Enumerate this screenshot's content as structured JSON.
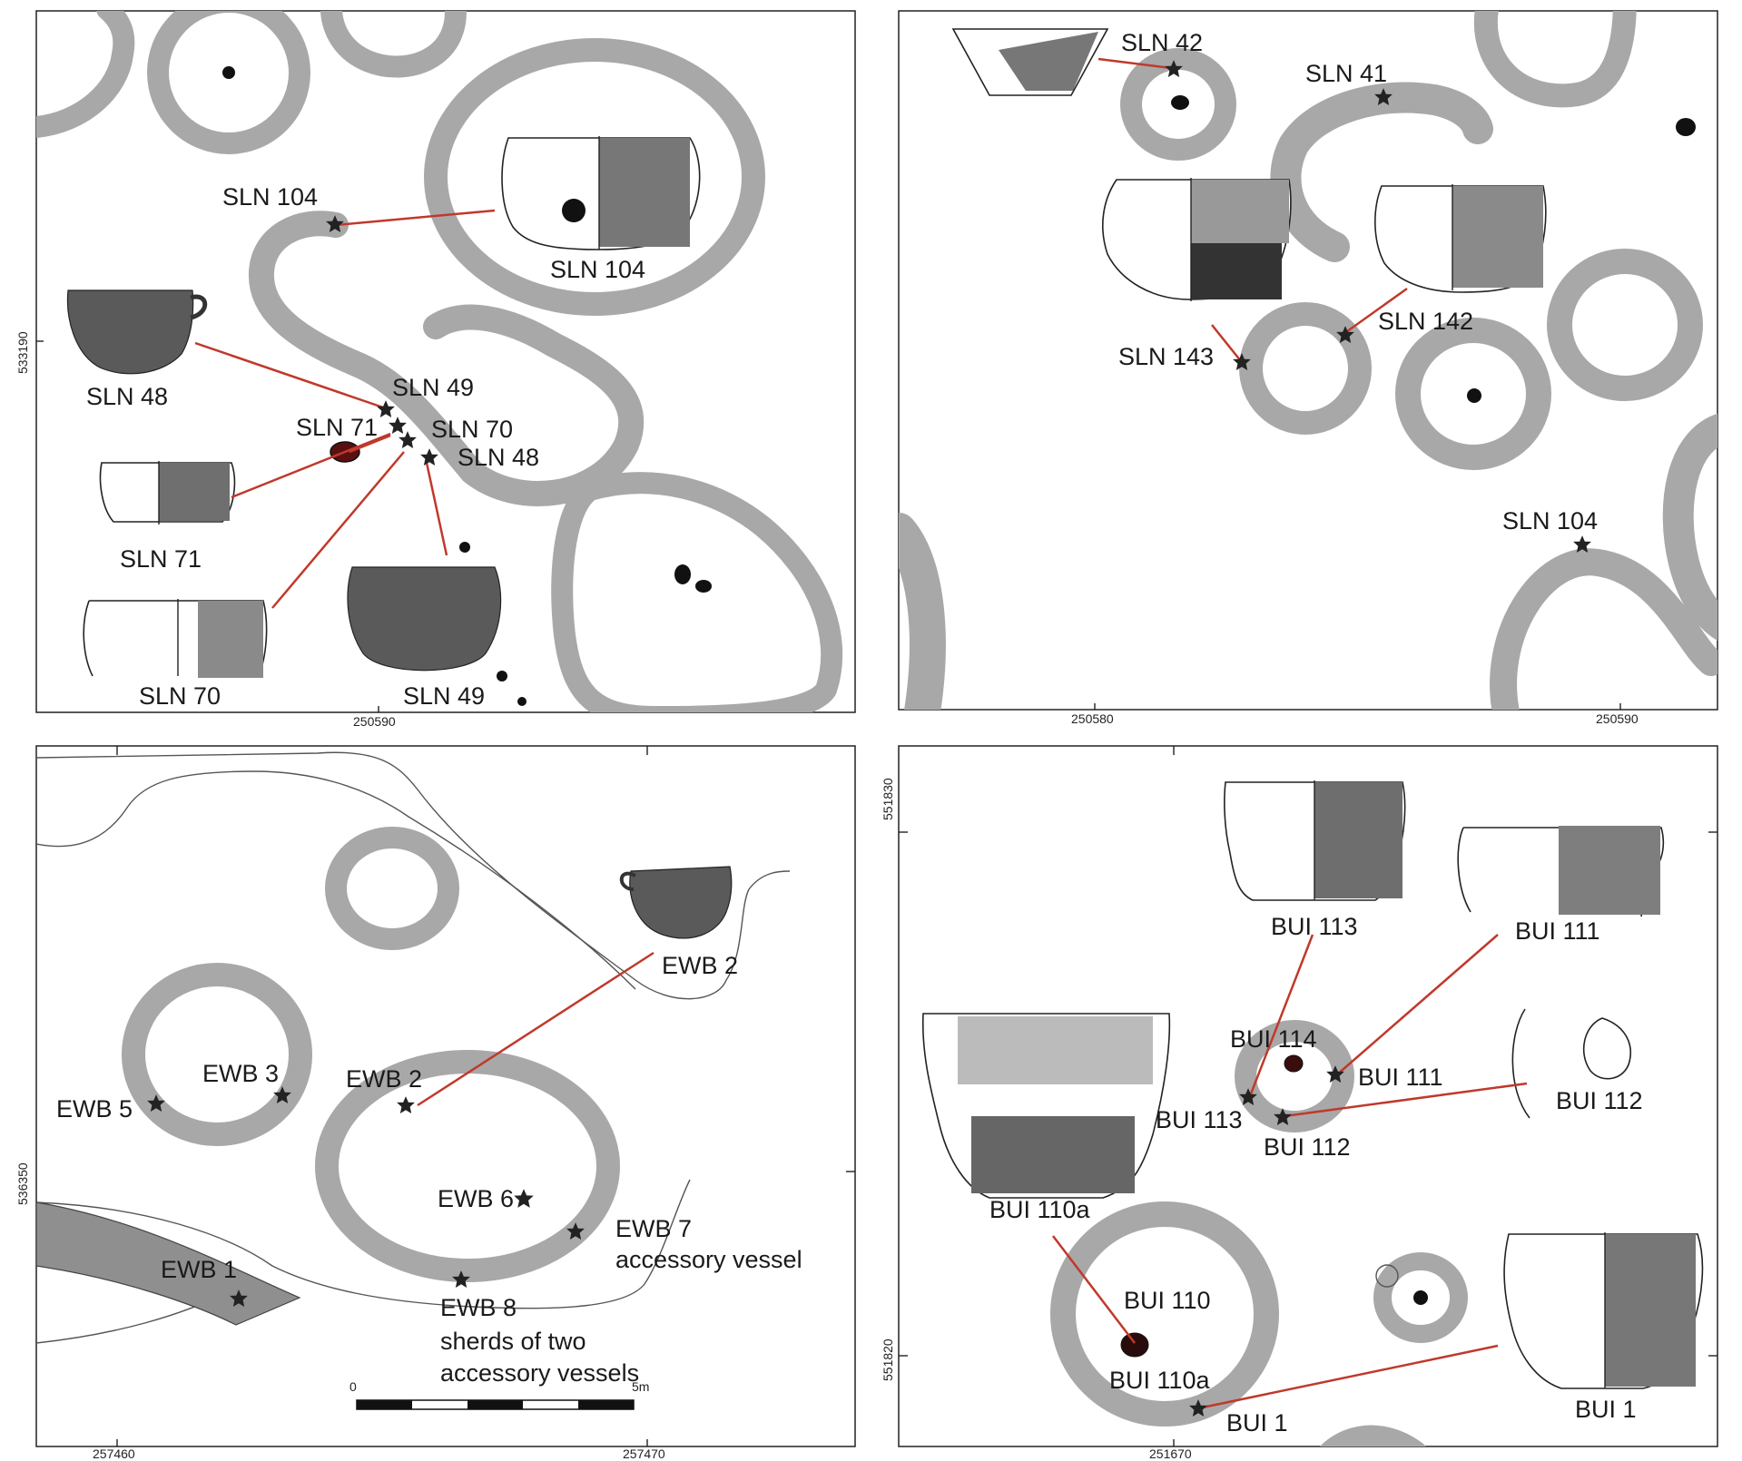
{
  "panels": {
    "a": {
      "labels": {
        "sln104_top": "SLN 104",
        "sln104_pot": "SLN 104",
        "sln48_pot": "SLN 48",
        "sln49": "SLN 49",
        "sln71": "SLN 71",
        "sln70": "SLN 70",
        "sln48": "SLN 48",
        "sln71_pot": "SLN 71",
        "sln70_pot": "SLN 70",
        "sln49_pot": "SLN 49"
      },
      "coords": {
        "y": "533190",
        "x": "250590"
      }
    },
    "b": {
      "labels": {
        "sln42": "SLN 42",
        "sln41": "SLN 41",
        "sln142": "SLN 142",
        "sln143": "SLN 143",
        "sln104": "SLN 104"
      },
      "coords": {
        "x1": "250580",
        "x2": "250590"
      }
    },
    "c": {
      "labels": {
        "ewb2_pot": "EWB 2",
        "ewb3": "EWB 3",
        "ewb5": "EWB 5",
        "ewb2": "EWB 2",
        "ewb6": "EWB 6",
        "ewb7": "EWB 7",
        "ewb7_note": "accessory vessel",
        "ewb1": "EWB 1",
        "ewb8": "EWB 8",
        "ewb8_note1": "sherds of two",
        "ewb8_note2": "accessory vessels"
      },
      "scale": {
        "zero": "0",
        "end": "5m"
      },
      "coords": {
        "y": "536350",
        "x1": "257460",
        "x2": "257470"
      }
    },
    "d": {
      "labels": {
        "bui113_pot": "BUI 113",
        "bui111_pot": "BUI 111",
        "bui114": "BUI 114",
        "bui111": "BUI 111",
        "bui112_pot": "BUI 112",
        "bui113": "BUI 113",
        "bui112": "BUI 112",
        "bui110a_pot": "BUI 110a",
        "bui110": "BUI 110",
        "bui110a": "BUI 110a",
        "bui1": "BUI 1",
        "bui1_pot": "BUI 1"
      },
      "coords": {
        "y1": "551830",
        "y2": "551820",
        "x": "251670"
      }
    }
  },
  "icons": {
    "find_marker": "star-icon",
    "posthole": "dot-icon",
    "vessel": "pot-icon"
  },
  "colors": {
    "ditch_fill": "#a8a8a8",
    "link_line": "#c0392b",
    "frame": "#222222"
  }
}
